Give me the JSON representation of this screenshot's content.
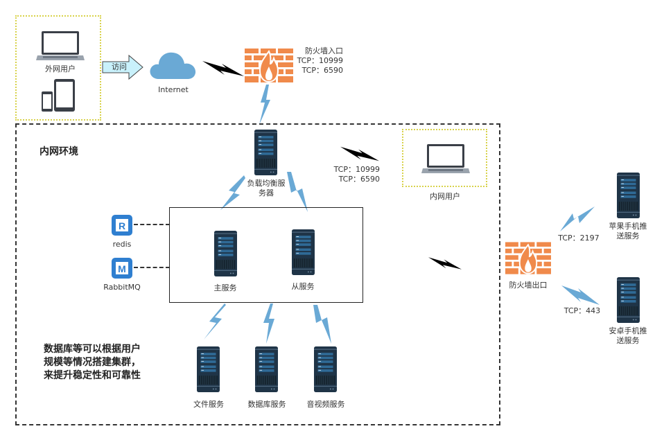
{
  "external_users": {
    "label": "外网用户"
  },
  "access_arrow": {
    "label": "访问"
  },
  "internet": {
    "label": "Internet"
  },
  "firewall_in": {
    "title": "防火墙入口",
    "ports": [
      "TCP：10999",
      "TCP：6590"
    ]
  },
  "intranet": {
    "title": "内网环境"
  },
  "load_balancer": {
    "label_line1": "负载均衡服",
    "label_line2": "务器"
  },
  "intranet_link": {
    "ports": [
      "TCP：10999",
      "TCP：6590"
    ]
  },
  "intranet_user": {
    "label": "内网用户"
  },
  "redis": {
    "label": "redis",
    "glyph": "R"
  },
  "rabbitmq": {
    "label": "RabbitMQ",
    "glyph": "M"
  },
  "cluster": {
    "master": "主服务",
    "slave": "从服务"
  },
  "note": {
    "lines": [
      "数据库等可以根据用户",
      "规模等情况搭建集群，",
      "来提升稳定性和可靠性"
    ]
  },
  "backend_services": [
    "文件服务",
    "数据库服务",
    "音视频服务"
  ],
  "firewall_out": {
    "label": "防火墙出口"
  },
  "push_apple": {
    "port": "TCP：2197",
    "label_line1": "苹果手机推",
    "label_line2": "送服务"
  },
  "push_android": {
    "port": "TCP：443",
    "label_line1": "安卓手机推",
    "label_line2": "送服务"
  },
  "colors": {
    "bolt": "#6aa9d5",
    "firewall": "#f08a4b",
    "server": "#1f3447",
    "cloud": "#6aa9d5",
    "dotted_border": "#d8d24a"
  }
}
